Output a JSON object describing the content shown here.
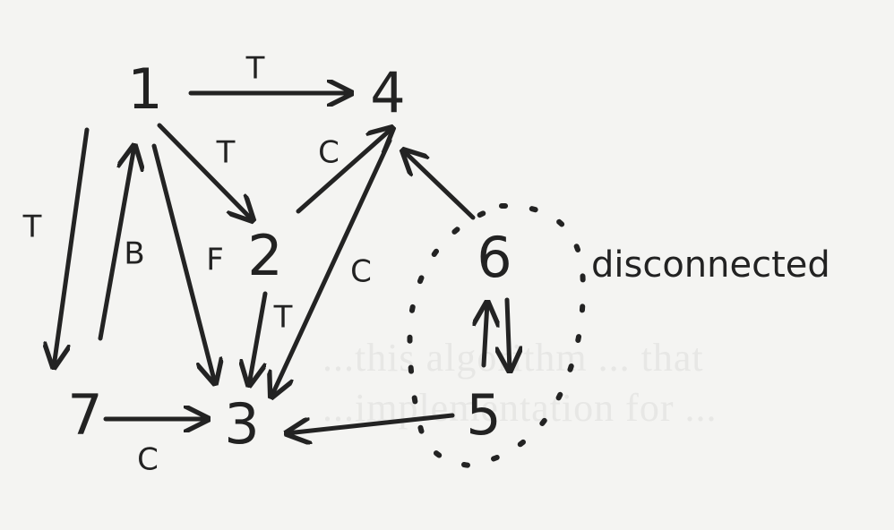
{
  "diagram": {
    "nodes": [
      {
        "id": "n1",
        "label": "1"
      },
      {
        "id": "n2",
        "label": "2"
      },
      {
        "id": "n3",
        "label": "3"
      },
      {
        "id": "n4",
        "label": "4"
      },
      {
        "id": "n5",
        "label": "5"
      },
      {
        "id": "n6",
        "label": "6"
      },
      {
        "id": "n7",
        "label": "7"
      }
    ],
    "edges": [
      {
        "id": "e1-4",
        "from": "1",
        "to": "4",
        "label": "T"
      },
      {
        "id": "e1-2",
        "from": "1",
        "to": "2",
        "label": "T"
      },
      {
        "id": "e1-7",
        "from": "1",
        "to": "7",
        "label": "T"
      },
      {
        "id": "e7-1",
        "from": "7",
        "to": "1",
        "label": "B"
      },
      {
        "id": "e1-3",
        "from": "1",
        "to": "3",
        "label": "F"
      },
      {
        "id": "e2-4",
        "from": "2",
        "to": "4",
        "label": "C"
      },
      {
        "id": "e2-3",
        "from": "2",
        "to": "3",
        "label": "T"
      },
      {
        "id": "e4-3",
        "from": "4",
        "to": "3",
        "label": "C"
      },
      {
        "id": "e7-3",
        "from": "7",
        "to": "3",
        "label": "C"
      },
      {
        "id": "e6-4",
        "from": "6",
        "to": "4",
        "label": ""
      },
      {
        "id": "e5-3",
        "from": "5",
        "to": "3",
        "label": ""
      },
      {
        "id": "e6-5",
        "from": "6",
        "to": "5",
        "label": ""
      },
      {
        "id": "e5-6",
        "from": "5",
        "to": "6",
        "label": ""
      }
    ],
    "annotation": "disconnected"
  },
  "background_bleed": [
    "...this algorithm ... that",
    "...implementation for ..."
  ]
}
